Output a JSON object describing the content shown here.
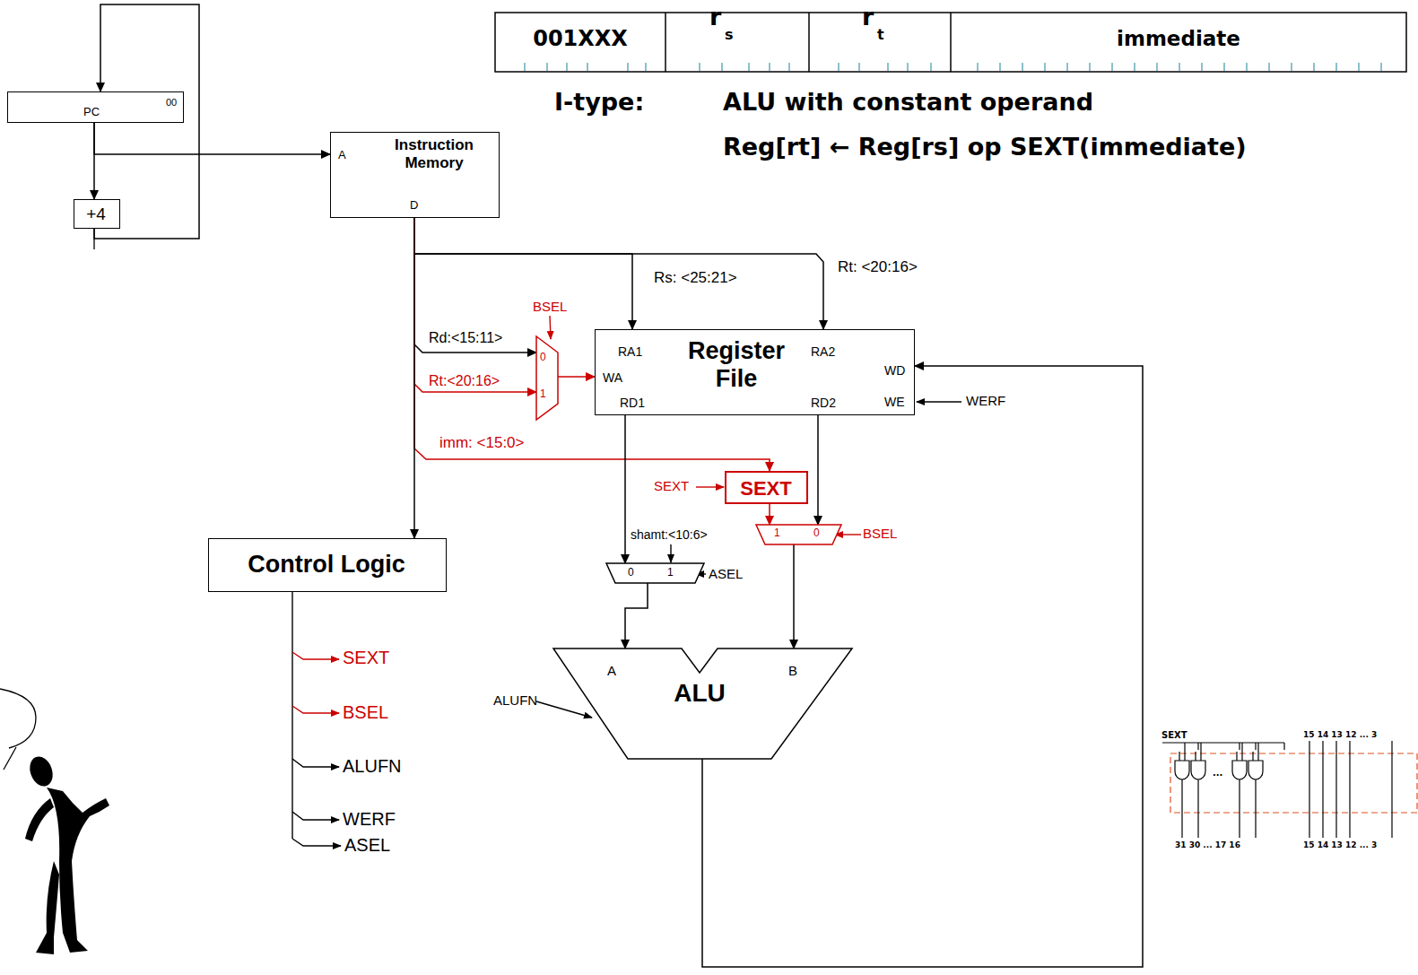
{
  "diagram": {
    "nodes": [
      {
        "text": [
          "PC",
          "00"
        ]
      },
      {
        "text": [
          "+4"
        ]
      },
      {
        "text": [
          "A",
          "Instruction Memory",
          "D"
        ]
      },
      {
        "text": [
          "0",
          "1"
        ]
      },
      {
        "text": [
          "RA1",
          "Register File",
          "RA2",
          "WA",
          "WD",
          "RD1",
          "RD2",
          "WE"
        ]
      },
      {
        "text": [
          "SEXT"
        ]
      },
      {
        "text": [
          "1",
          "0"
        ]
      },
      {
        "text": [
          "0",
          "1"
        ]
      },
      {
        "text": [
          "Control Logic"
        ]
      },
      {
        "text": [
          "A",
          "ALU",
          "B"
        ]
      }
    ],
    "edges": [
      {
        "from": 0,
        "to": 2,
        "arrow": "to"
      },
      {
        "from": 0,
        "to": 1,
        "arrow": "to"
      },
      {
        "from": 1,
        "to": 0,
        "arrow": "to"
      },
      {
        "from": 2,
        "to": 4,
        "arrow": "to",
        "label": "Rs: <25:21>"
      },
      {
        "from": 2,
        "to": 4,
        "arrow": "to",
        "label": "Rt: <20:16>"
      },
      {
        "from": 2,
        "to": 3,
        "arrow": "to",
        "label": "Rd:<15:11>"
      },
      {
        "from": 2,
        "to": 3,
        "arrow": "to",
        "label": "Rt:<20:16>"
      },
      {
        "from": 2,
        "to": 5,
        "arrow": "to",
        "label": "imm: <15:0>"
      },
      {
        "from": 2,
        "to": 8,
        "arrow": "to"
      },
      {
        "from": 3,
        "to": 4,
        "arrow": "to"
      },
      {
        "from": 4,
        "to": 7,
        "arrow": "to"
      },
      {
        "from": 4,
        "to": 6,
        "arrow": "to"
      },
      {
        "from": 5,
        "to": 6,
        "arrow": "to"
      },
      {
        "from": 7,
        "to": 9,
        "arrow": "to"
      },
      {
        "from": 6,
        "to": 9,
        "arrow": "to"
      },
      {
        "from": 9,
        "to": 4,
        "arrow": "to"
      }
    ],
    "labels": [
      "001XXX",
      "r",
      "s",
      "r",
      "t",
      "immediate",
      "I-type:",
      "ALU with constant operand",
      "Reg[rt] ← Reg[rs] op SEXT(immediate)",
      "BSEL",
      "SEXT",
      "shamt:<10:6>",
      "BSEL",
      "ASEL",
      "WERF",
      "ALUFN",
      "SEXT",
      "BSEL",
      "ALUFN",
      "WERF",
      "ASEL",
      "SEXT",
      "15 14 13 12 ... 3",
      "...",
      "31 30 ... 17 16",
      "15 14 13 12 ... 3"
    ]
  }
}
